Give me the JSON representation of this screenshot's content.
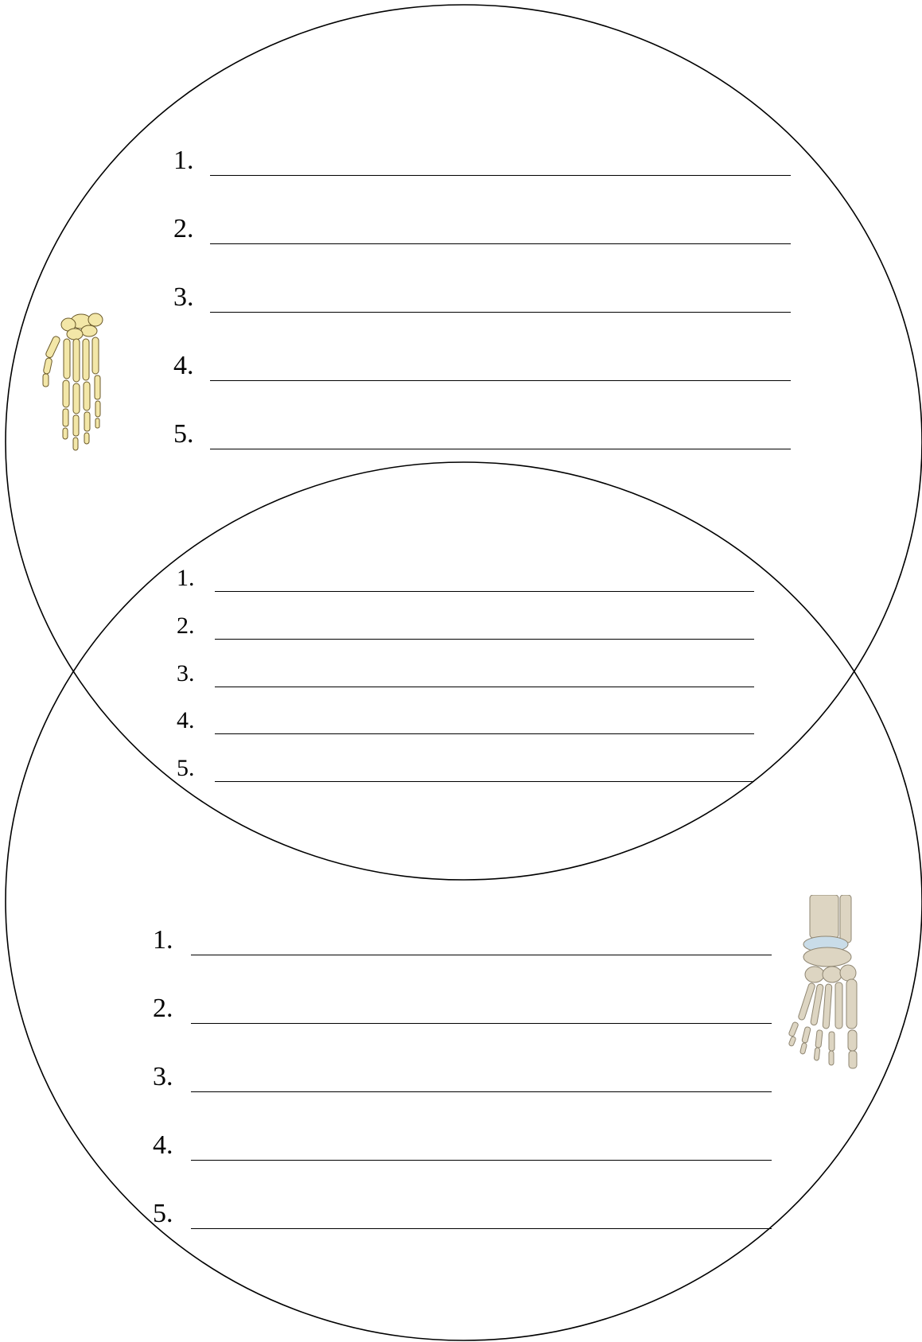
{
  "top_list": {
    "items": [
      {
        "number": "1."
      },
      {
        "number": "2."
      },
      {
        "number": "3."
      },
      {
        "number": "4."
      },
      {
        "number": "5."
      }
    ]
  },
  "middle_list": {
    "items": [
      {
        "number": "1."
      },
      {
        "number": "2."
      },
      {
        "number": "3."
      },
      {
        "number": "4."
      },
      {
        "number": "5."
      }
    ]
  },
  "bottom_list": {
    "items": [
      {
        "number": "1."
      },
      {
        "number": "2."
      },
      {
        "number": "3."
      },
      {
        "number": "4."
      },
      {
        "number": "5."
      }
    ]
  },
  "images": {
    "top": "hand-skeleton-icon",
    "bottom": "foot-skeleton-icon"
  },
  "colors": {
    "hand_bone": "#f3e7a8",
    "foot_bone": "#ddd5c2",
    "cartilage": "#c9dce8"
  }
}
